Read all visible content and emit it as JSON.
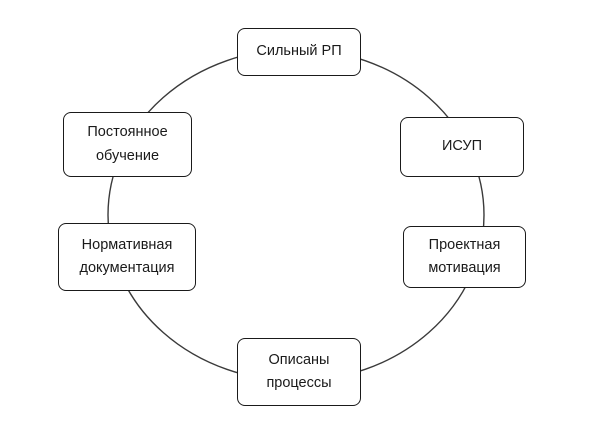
{
  "diagram": {
    "nodes": {
      "strong_pm": "Сильный РП",
      "isup": "ИСУП",
      "motivation": "Проектная\nмотивация",
      "processes": "Описаны\nпроцессы",
      "documentation": "Нормативная\nдокументация",
      "learning": "Постоянное\nобучение"
    }
  }
}
